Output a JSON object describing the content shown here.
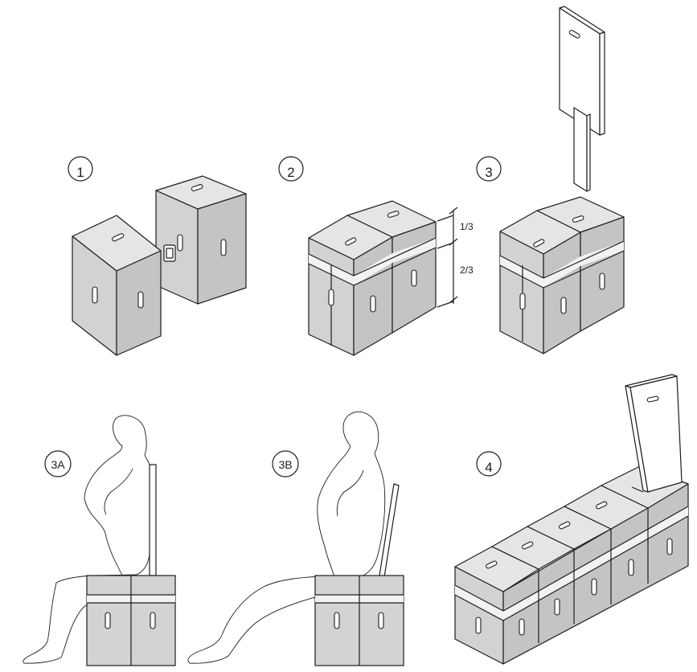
{
  "steps": {
    "step1": "1",
    "step2": "2",
    "step3": "3",
    "step3a": "3A",
    "step3b": "3B",
    "step4": "4"
  },
  "dimensions": {
    "top_fraction": "1/3",
    "bottom_fraction": "2/3"
  }
}
